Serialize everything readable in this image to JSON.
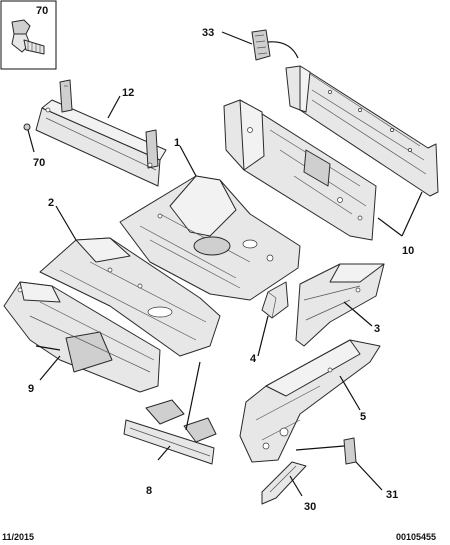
{
  "callouts": {
    "c70_box": "70",
    "c33": "33",
    "c12": "12",
    "c70": "70",
    "c1": "1",
    "c2": "2",
    "c10": "10",
    "c3": "3",
    "c4": "4",
    "c9": "9",
    "c5": "5",
    "c8": "8",
    "c30": "30",
    "c31": "31"
  },
  "footer": {
    "date": "11/2015",
    "ref": "00105455"
  }
}
